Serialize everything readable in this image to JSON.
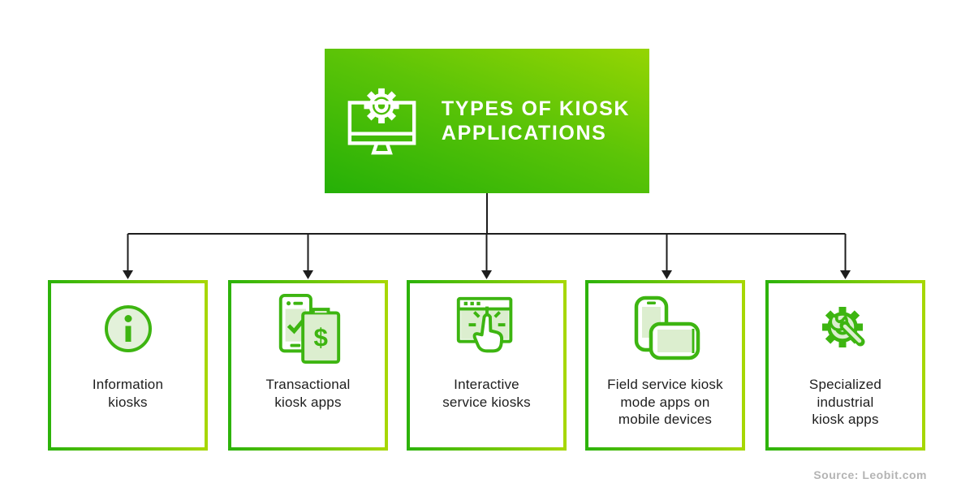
{
  "header": {
    "title": "Types of kiosk\napplications",
    "icon": "monitor-gear-icon"
  },
  "boxes": [
    {
      "icon": "info-icon",
      "label": "Information\nkiosks"
    },
    {
      "icon": "transactional-kiosk-icon",
      "label": "Transactional\nkiosk apps",
      "dollar_glyph": "$"
    },
    {
      "icon": "interactive-kiosk-icon",
      "label": "Interactive\nservice kiosks"
    },
    {
      "icon": "field-service-icon",
      "label": "Field service kiosk\nmode apps on\nmobile devices"
    },
    {
      "icon": "industrial-kiosk-icon",
      "label": "Specialized\nindustrial\nkiosk apps"
    }
  ],
  "source": "Source: Leobit.com",
  "colors": {
    "header_gradient_start": "#95d503",
    "header_gradient_end": "#25b007",
    "box_border_start": "#2db30a",
    "box_border_end": "#a6d704",
    "icon_stroke": "#3db511",
    "icon_fill": "#dff0d6",
    "arrow": "#1d1d1d",
    "label_text": "#1d1d1d",
    "source_text": "#b4b4b4"
  }
}
